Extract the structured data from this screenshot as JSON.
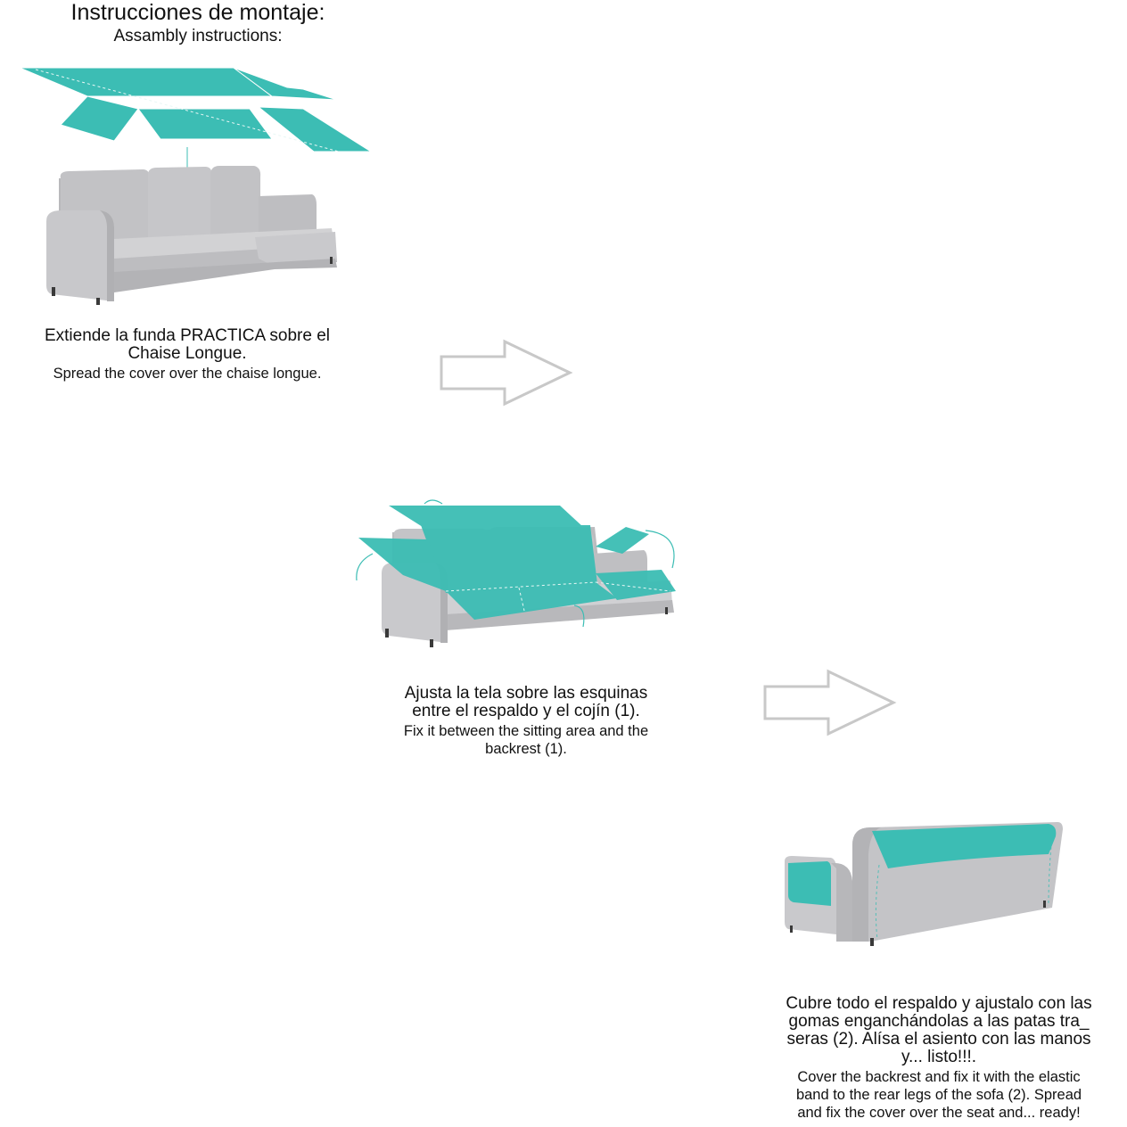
{
  "header": {
    "title": "Instrucciones de montaje:",
    "subtitle": "Assambly instructions:"
  },
  "colors": {
    "accent": "#3cbdb4",
    "sofa": "#c6c6c8",
    "arrow": "#c8c8c8"
  },
  "steps": [
    {
      "es": "Extiende la funda PRACTICA sobre el\nChaise Longue.",
      "en": "Spread the cover over the chaise longue."
    },
    {
      "es": "Ajusta la tela sobre las esquinas\nentre el respaldo y el cojín (1).",
      "en": "Fix it between the sitting area and the\nbackrest (1)."
    },
    {
      "es": "Cubre todo el respaldo y ajustalo con las\ngomas enganchándolas a las patas tra_\nseras (2). Alísa el asiento con las manos\ny... listo!!!.",
      "en": "Cover the backrest and fix it with the elastic\nband to the rear legs of the sofa (2). Spread\nand fix the cover over the seat and... ready!"
    }
  ]
}
